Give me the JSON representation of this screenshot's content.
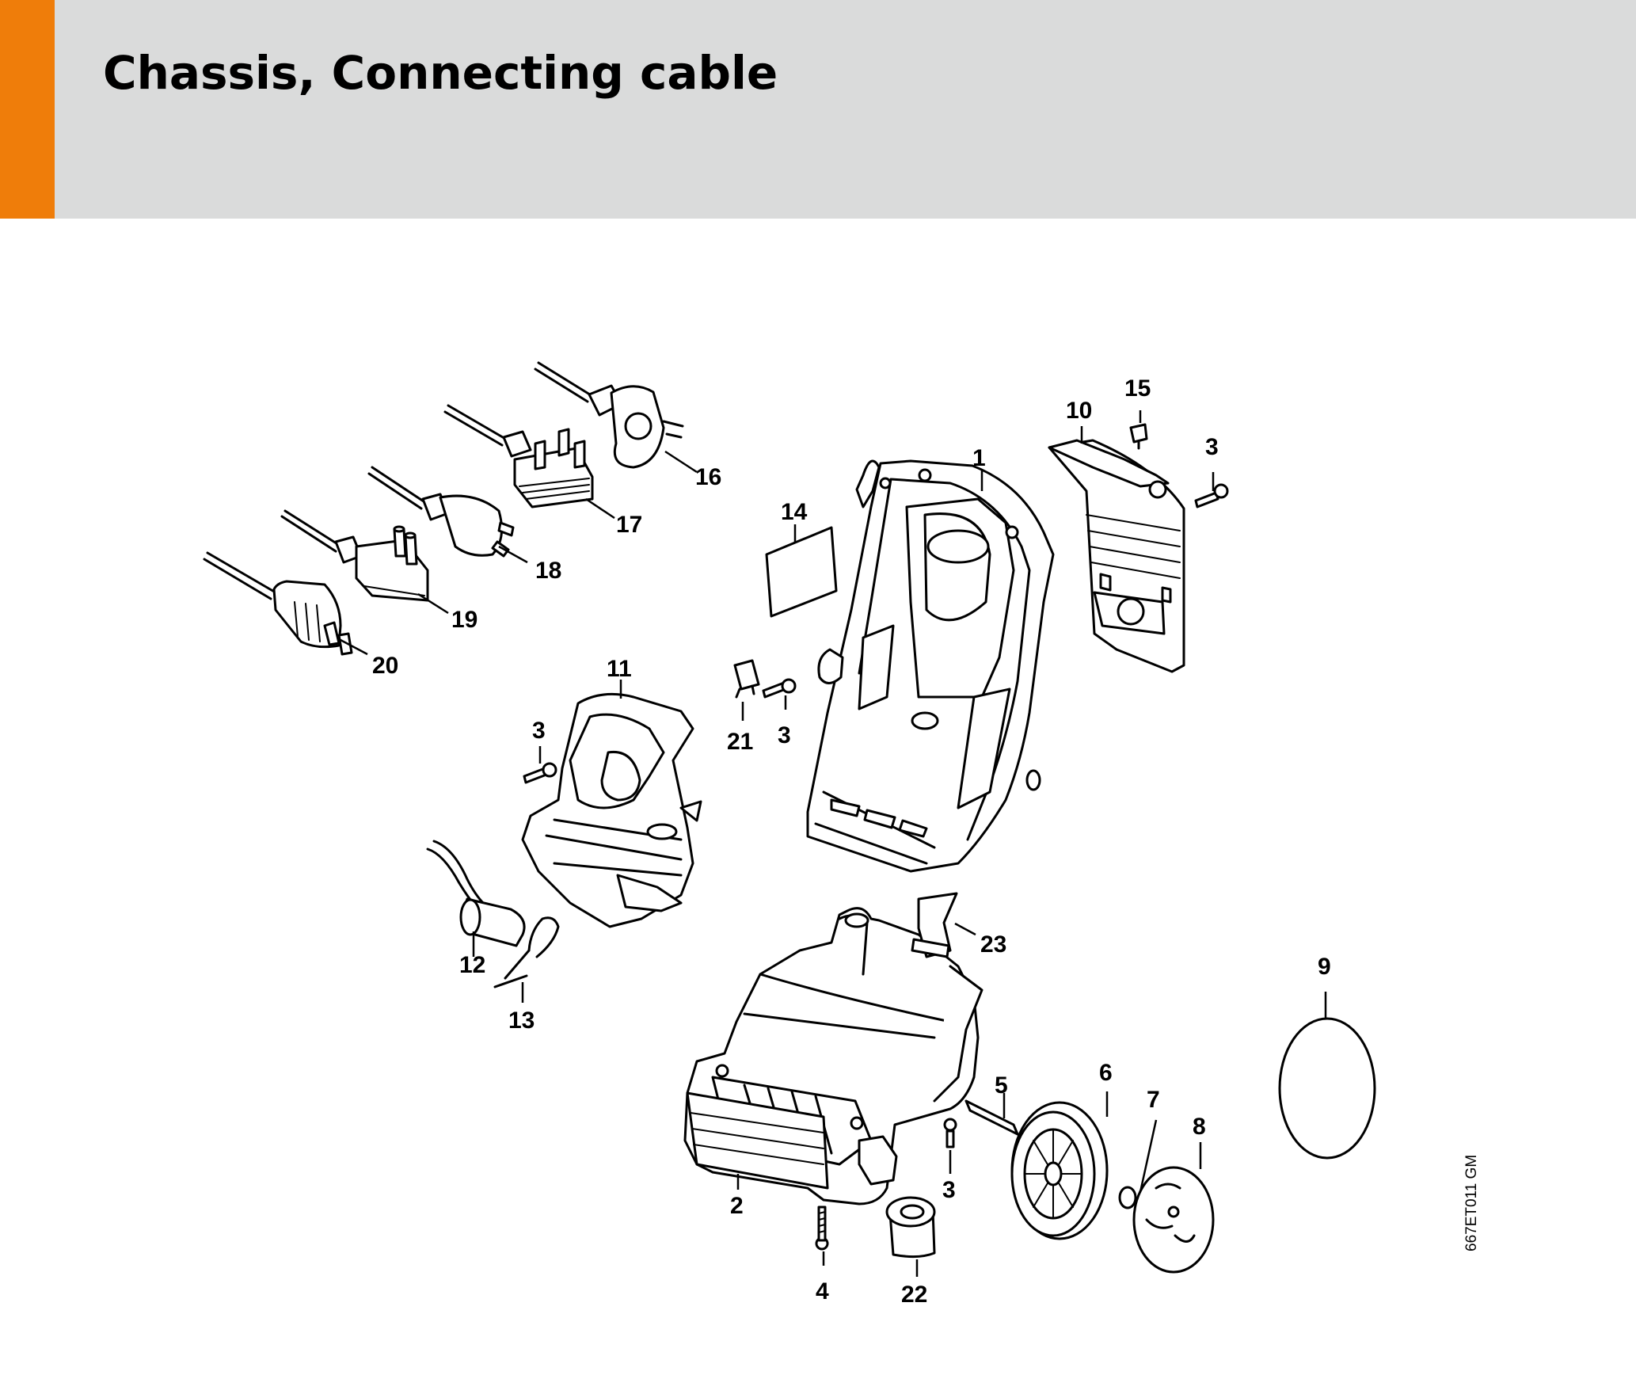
{
  "page": {
    "title": "Chassis, Connecting cable",
    "accent_color": "#ef7d0a",
    "header_color": "#dadbdb",
    "reference_code": "667ET011 GM"
  },
  "callouts": [
    {
      "id": "1",
      "label": "1"
    },
    {
      "id": "2",
      "label": "2"
    },
    {
      "id": "3a",
      "label": "3"
    },
    {
      "id": "3b",
      "label": "3"
    },
    {
      "id": "3c",
      "label": "3"
    },
    {
      "id": "3d",
      "label": "3"
    },
    {
      "id": "4",
      "label": "4"
    },
    {
      "id": "5",
      "label": "5"
    },
    {
      "id": "6",
      "label": "6"
    },
    {
      "id": "7",
      "label": "7"
    },
    {
      "id": "8",
      "label": "8"
    },
    {
      "id": "9",
      "label": "9"
    },
    {
      "id": "10",
      "label": "10"
    },
    {
      "id": "11",
      "label": "11"
    },
    {
      "id": "12",
      "label": "12"
    },
    {
      "id": "13",
      "label": "13"
    },
    {
      "id": "14",
      "label": "14"
    },
    {
      "id": "15",
      "label": "15"
    },
    {
      "id": "16",
      "label": "16"
    },
    {
      "id": "17",
      "label": "17"
    },
    {
      "id": "18",
      "label": "18"
    },
    {
      "id": "19",
      "label": "19"
    },
    {
      "id": "20",
      "label": "20"
    },
    {
      "id": "21",
      "label": "21"
    },
    {
      "id": "22",
      "label": "22"
    },
    {
      "id": "23",
      "label": "23"
    }
  ]
}
